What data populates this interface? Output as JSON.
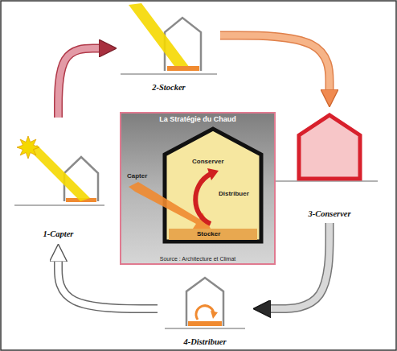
{
  "diagram": {
    "nodes": [
      {
        "text": [
          "1-Capter"
        ]
      },
      {
        "text": [
          "2-Stocker"
        ]
      },
      {
        "text": [
          "3-Conserver"
        ]
      },
      {
        "text": [
          "4-Distribuer"
        ]
      },
      {
        "text": [
          "La Stratégie du Chaud",
          "Source : Architecture et Climat"
        ]
      }
    ],
    "edges": [
      {
        "from": 0,
        "to": 1,
        "arrow": "to"
      },
      {
        "from": 1,
        "to": 2,
        "arrow": "to"
      },
      {
        "from": 2,
        "to": 3,
        "arrow": "to"
      },
      {
        "from": 3,
        "to": 0,
        "arrow": "to"
      }
    ],
    "labels": [
      "Conserver",
      "Capter",
      "Distribuer",
      "Stocker"
    ]
  }
}
